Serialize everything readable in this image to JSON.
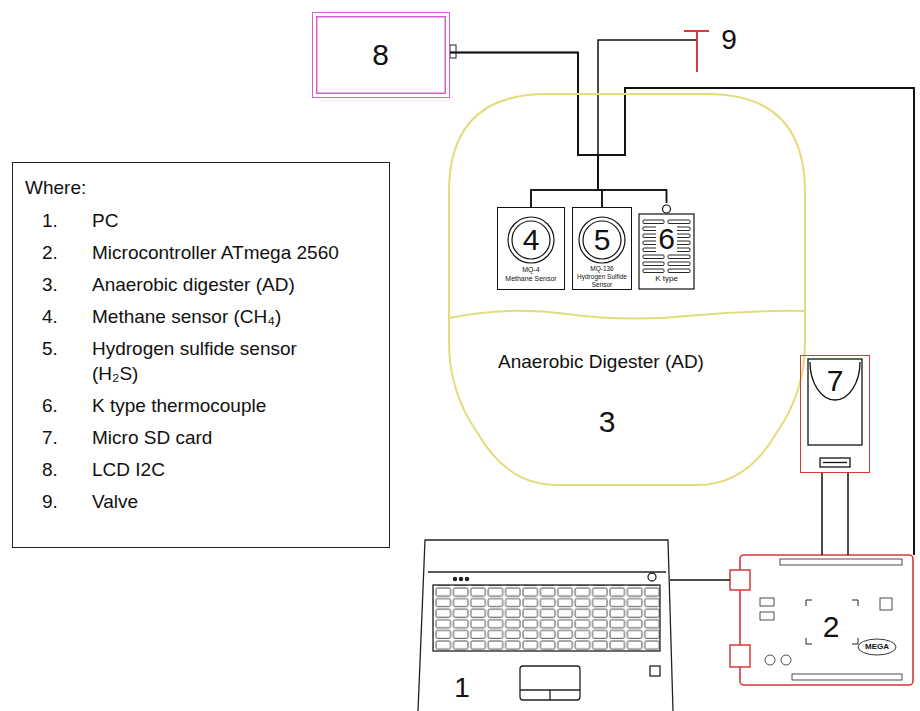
{
  "diagram": {
    "nodes": [
      {
        "text": [
          "8"
        ]
      },
      {
        "text": [
          "Anaerobic Digester (AD)",
          "3"
        ]
      },
      {
        "text": [
          "4",
          "MQ-4",
          "Methane Sensor"
        ],
        "in": 1
      },
      {
        "text": [
          "5",
          "MQ-136",
          "Hydrogen Sulfide Sensor"
        ],
        "in": 1
      },
      {
        "text": [
          "6",
          "K type"
        ],
        "in": 1
      },
      {
        "text": [
          "Where:",
          "1.",
          "PC",
          "2.",
          "Microcontroller ATmega 2560",
          "3.",
          "Anaerobic digester (AD)",
          "4.",
          "Methane sensor (CH₄)",
          "5.",
          "Hydrogen sulfide sensor (H₂S)",
          "6.",
          "K type thermocouple",
          "7.",
          "Micro SD card",
          "8.",
          "LCD I2C",
          "9.",
          "Valve"
        ]
      },
      {
        "text": [
          "7"
        ]
      },
      {
        "text": [
          "1"
        ]
      },
      {
        "text": [
          "2",
          "MEGA"
        ]
      }
    ],
    "edges": [
      {
        "from": 0,
        "to": 2,
        "arrow": "none"
      },
      {
        "from": 0,
        "to": 3,
        "arrow": "none"
      },
      {
        "from": 0,
        "to": 4,
        "arrow": "none"
      },
      {
        "from": 8,
        "to": 2,
        "arrow": "none"
      },
      {
        "from": 8,
        "to": 3,
        "arrow": "none"
      },
      {
        "from": 8,
        "to": 4,
        "arrow": "none"
      },
      {
        "from": 6,
        "to": 8,
        "arrow": "none"
      },
      {
        "from": 6,
        "to": 8,
        "arrow": "none"
      },
      {
        "from": 7,
        "to": 8,
        "arrow": "none"
      }
    ],
    "labels": [
      "9"
    ]
  }
}
